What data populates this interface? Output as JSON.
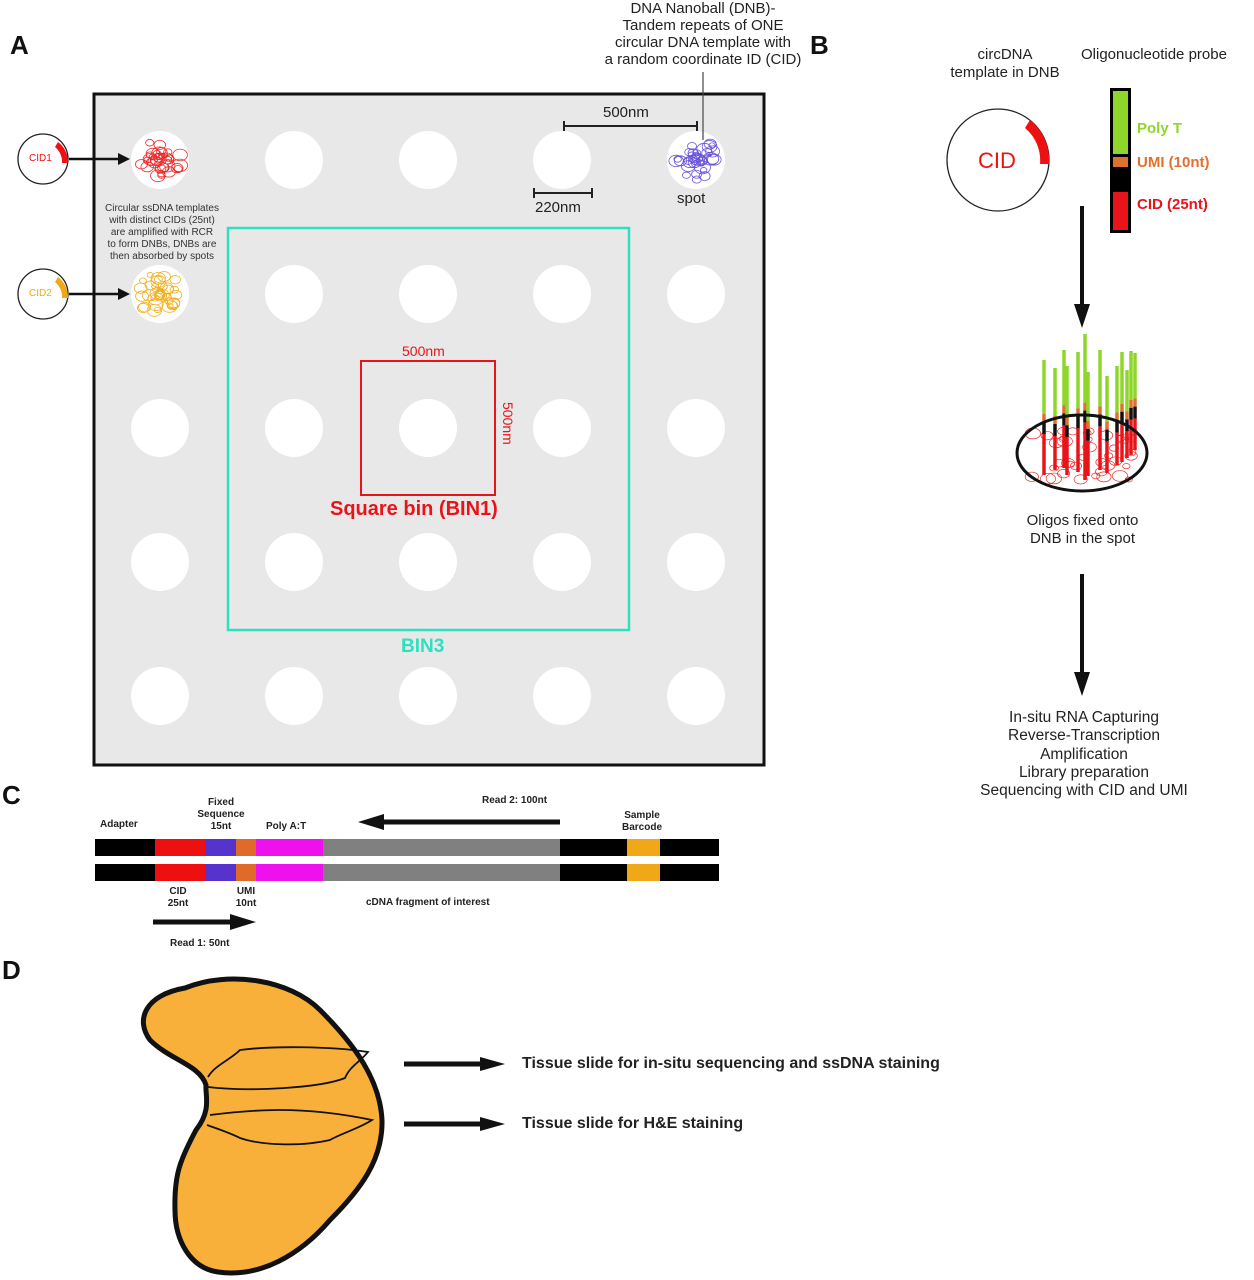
{
  "panels": {
    "A": {
      "letter": "A",
      "dnb_title": [
        "DNA Nanoball (DNB)-",
        "Tandem repeats of ONE",
        "circular DNA template with",
        "a random coordinate ID (CID)"
      ],
      "cid1_label": "CID1",
      "cid2_label": "CID2",
      "template_note": [
        "Circular ssDNA templates",
        "with distinct CIDs (25nt)",
        "are amplified with RCR",
        "to form DNBs, DNBs are",
        "then absorbed by spots"
      ],
      "pitch_label": "500nm",
      "spot_diameter_label": "220nm",
      "spot_label": "spot",
      "bin1_width_label": "500nm",
      "bin1_height_label": "500nm",
      "bin1_label": "Square bin (BIN1)",
      "bin3_label": "BIN3",
      "grid": {
        "rows": 5,
        "cols": 5
      }
    },
    "B": {
      "letter": "B",
      "circ_title": [
        "circDNA",
        "template in DNB"
      ],
      "circ_inner_label": "CID",
      "probe_title": "Oligonucleotide probe",
      "probe_segments": [
        {
          "label": "Poly T",
          "color": "#8fd62a"
        },
        {
          "label": "UMI (10nt)",
          "color": "#e0702e"
        },
        {
          "label": "CID (25nt)",
          "color": "#e8141a"
        }
      ],
      "fixed_caption": [
        "Oligos fixed onto",
        "DNB in the spot"
      ],
      "steps": [
        "In-situ RNA Capturing",
        "Reverse-Transcription",
        "Amplification",
        "Library preparation",
        "Sequencing with CID and UMI"
      ]
    },
    "C": {
      "letter": "C",
      "top_labels": {
        "adapter": "Adapter",
        "fixed": [
          "Fixed",
          "Sequence",
          "15nt"
        ],
        "polya": "Poly A:T",
        "read2": "Read 2: 100nt",
        "sample": [
          "Sample",
          "Barcode"
        ]
      },
      "bottom_labels": {
        "cid": [
          "CID",
          "25nt"
        ],
        "umi": [
          "UMI",
          "10nt"
        ],
        "cdna": "cDNA fragment of interest",
        "read1": "Read 1: 50nt"
      },
      "segments": [
        {
          "name": "adapter",
          "color": "#000000"
        },
        {
          "name": "cid",
          "color": "#ee1010"
        },
        {
          "name": "fixed-sequence",
          "color": "#5533cc"
        },
        {
          "name": "umi",
          "color": "#e06a2a"
        },
        {
          "name": "poly-a-t",
          "color": "#ee11ee"
        },
        {
          "name": "cdna",
          "color": "#808080"
        },
        {
          "name": "adapter-2",
          "color": "#000000"
        },
        {
          "name": "sample-barcode",
          "color": "#f0a818"
        },
        {
          "name": "adapter-3",
          "color": "#000000"
        }
      ]
    },
    "D": {
      "letter": "D",
      "slide1": "Tissue slide for in-situ sequencing and ssDNA staining",
      "slide2": "Tissue slide for H&E staining",
      "tissue_color": "#f9b03a"
    }
  },
  "colors": {
    "bin1": "#e8141a",
    "bin3": "#2ee0c0",
    "dnb1": "#ee2a2a",
    "dnb2": "#f0b020",
    "dnb_spot": "#6a55d8",
    "chip_bg": "#e8e8e8"
  }
}
